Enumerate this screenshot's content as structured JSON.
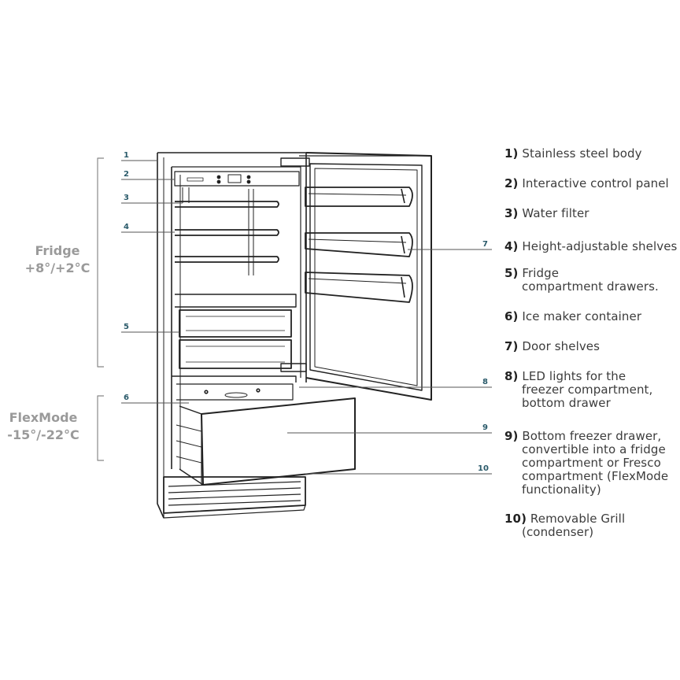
{
  "zones": {
    "fridge": {
      "name": "Fridge",
      "temp": "+8°/+2°C"
    },
    "flexmode": {
      "name": "FlexMode",
      "temp": "-15°/-22°C"
    }
  },
  "callouts": [
    "1",
    "2",
    "3",
    "4",
    "5",
    "6",
    "7",
    "8",
    "9",
    "10"
  ],
  "legend": [
    {
      "num": "1)",
      "lines": [
        "Stainless steel body"
      ]
    },
    {
      "num": "2)",
      "lines": [
        "Interactive control panel"
      ]
    },
    {
      "num": "3)",
      "lines": [
        "Water filter"
      ]
    },
    {
      "num": "4)",
      "lines": [
        "Height-adjustable shelves"
      ]
    },
    {
      "num": "5)",
      "lines": [
        "Fridge",
        "compartment drawers."
      ]
    },
    {
      "num": "6)",
      "lines": [
        "Ice maker container"
      ]
    },
    {
      "num": "7)",
      "lines": [
        "Door shelves"
      ]
    },
    {
      "num": "8)",
      "lines": [
        "LED lights for the",
        "freezer compartment,",
        "bottom drawer"
      ]
    },
    {
      "num": "9)",
      "lines": [
        "Bottom freezer drawer,",
        "convertible into a fridge",
        "compartment or Fresco",
        "compartment (FlexMode",
        "functionality)"
      ]
    },
    {
      "num": "10)",
      "lines": [
        "Removable Grill",
        "(condenser)"
      ]
    }
  ]
}
